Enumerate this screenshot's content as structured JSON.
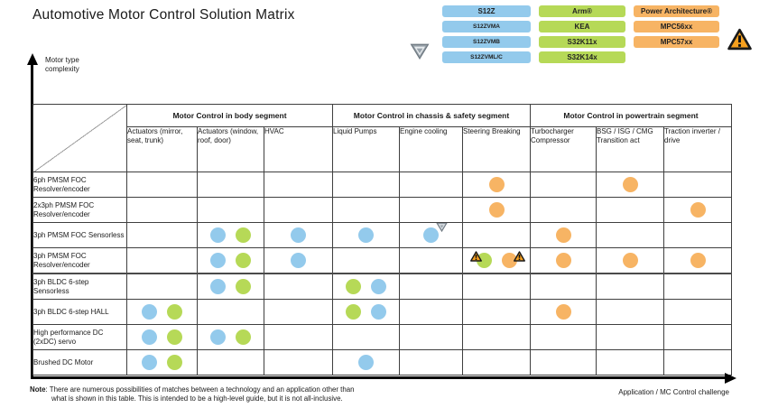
{
  "title": "Automotive Motor Control Solution Matrix",
  "colors": {
    "blue": "#93CAEC",
    "green": "#B6D957",
    "orange": "#F7B464"
  },
  "icons": {
    "shield": "shield-triangle-icon",
    "warning": "warning-triangle-icon"
  },
  "legend": {
    "chip_columns": [
      {
        "color_key": "blue",
        "chips": [
          "S12Z",
          "S12ZVMA",
          "S12ZVMB",
          "S12ZVML/C"
        ]
      },
      {
        "color_key": "green",
        "chips": [
          "Arm®",
          "KEA",
          "S32K11x",
          "S32K14x"
        ]
      },
      {
        "color_key": "orange",
        "chips": [
          "Power Architecture®",
          "MPC56xx",
          "MPC57xx"
        ]
      }
    ]
  },
  "y_axis": {
    "label_line1": "Motor type",
    "label_line2": "complexity"
  },
  "x_axis": {
    "label": "Application / MC Control challenge"
  },
  "matrix": {
    "group_headers": [
      {
        "label": "Motor Control in body segment",
        "span": 3
      },
      {
        "label": "Motor Control in chassis & safety segment",
        "span": 3
      },
      {
        "label": "Motor Control in powertrain segment",
        "span": 3
      }
    ],
    "column_headers": [
      "Actuators (mirror, seat, trunk)",
      "Actuators (window, roof, door)",
      "HVAC",
      "Liquid Pumps",
      "Engine cooling",
      "Steering Breaking",
      "Turbocharger Compressor",
      "BSG / ISG / CMG Transition act",
      "Traction inverter / drive"
    ],
    "rows": [
      {
        "label": "6ph PMSM FOC Resolver/encoder",
        "cells": [
          [],
          [],
          [],
          [],
          [],
          [
            {
              "dot": "orange"
            }
          ],
          [],
          [
            {
              "dot": "orange"
            }
          ],
          []
        ]
      },
      {
        "label": "2x3ph PMSM FOC Resolver/encoder",
        "cells": [
          [],
          [],
          [],
          [],
          [],
          [
            {
              "dot": "orange"
            }
          ],
          [],
          [],
          [
            {
              "dot": "orange"
            }
          ]
        ]
      },
      {
        "label": "3ph PMSM FOC Sensorless",
        "cells": [
          [],
          [
            {
              "dot": "blue"
            },
            {
              "dot": "green"
            }
          ],
          [
            {
              "dot": "blue"
            }
          ],
          [
            {
              "dot": "blue"
            }
          ],
          [
            {
              "dot": "blue",
              "badge": "shield-right"
            }
          ],
          [],
          [
            {
              "dot": "orange"
            }
          ],
          [],
          []
        ]
      },
      {
        "label": "3ph PMSM FOC Resolver/encoder",
        "cells": [
          [],
          [
            {
              "dot": "blue"
            },
            {
              "dot": "green"
            }
          ],
          [
            {
              "dot": "blue"
            }
          ],
          [],
          [],
          [
            {
              "dot": "green",
              "badge": "warn-left"
            },
            {
              "dot": "orange",
              "badge": "warn-right"
            }
          ],
          [
            {
              "dot": "orange"
            }
          ],
          [
            {
              "dot": "orange"
            }
          ],
          [
            {
              "dot": "orange"
            }
          ]
        ]
      },
      {
        "label": "3ph BLDC 6-step Sensorless",
        "separator_above": true,
        "cells": [
          [],
          [
            {
              "dot": "blue"
            },
            {
              "dot": "green"
            }
          ],
          [],
          [
            {
              "dot": "green"
            },
            {
              "dot": "blue"
            }
          ],
          [],
          [],
          [],
          [],
          []
        ]
      },
      {
        "label": "3ph BLDC 6-step HALL",
        "cells": [
          [
            {
              "dot": "blue"
            },
            {
              "dot": "green"
            }
          ],
          [],
          [],
          [
            {
              "dot": "green"
            },
            {
              "dot": "blue"
            }
          ],
          [],
          [],
          [
            {
              "dot": "orange"
            }
          ],
          [],
          []
        ]
      },
      {
        "label": "High performance DC (2xDC) servo",
        "cells": [
          [
            {
              "dot": "blue"
            },
            {
              "dot": "green"
            }
          ],
          [
            {
              "dot": "blue"
            },
            {
              "dot": "green"
            }
          ],
          [],
          [],
          [],
          [],
          [],
          [],
          []
        ]
      },
      {
        "label": "Brushed DC Motor",
        "cells": [
          [
            {
              "dot": "blue"
            },
            {
              "dot": "green"
            }
          ],
          [],
          [],
          [
            {
              "dot": "blue"
            }
          ],
          [],
          [],
          [],
          [],
          []
        ]
      }
    ]
  },
  "note": {
    "label": "Note",
    "line1": ": There are numerous possibilities of matches between a technology and an application other than",
    "line2": "what is shown in this table. This is intended to be a high-level guide, but it is not all-inclusive."
  }
}
